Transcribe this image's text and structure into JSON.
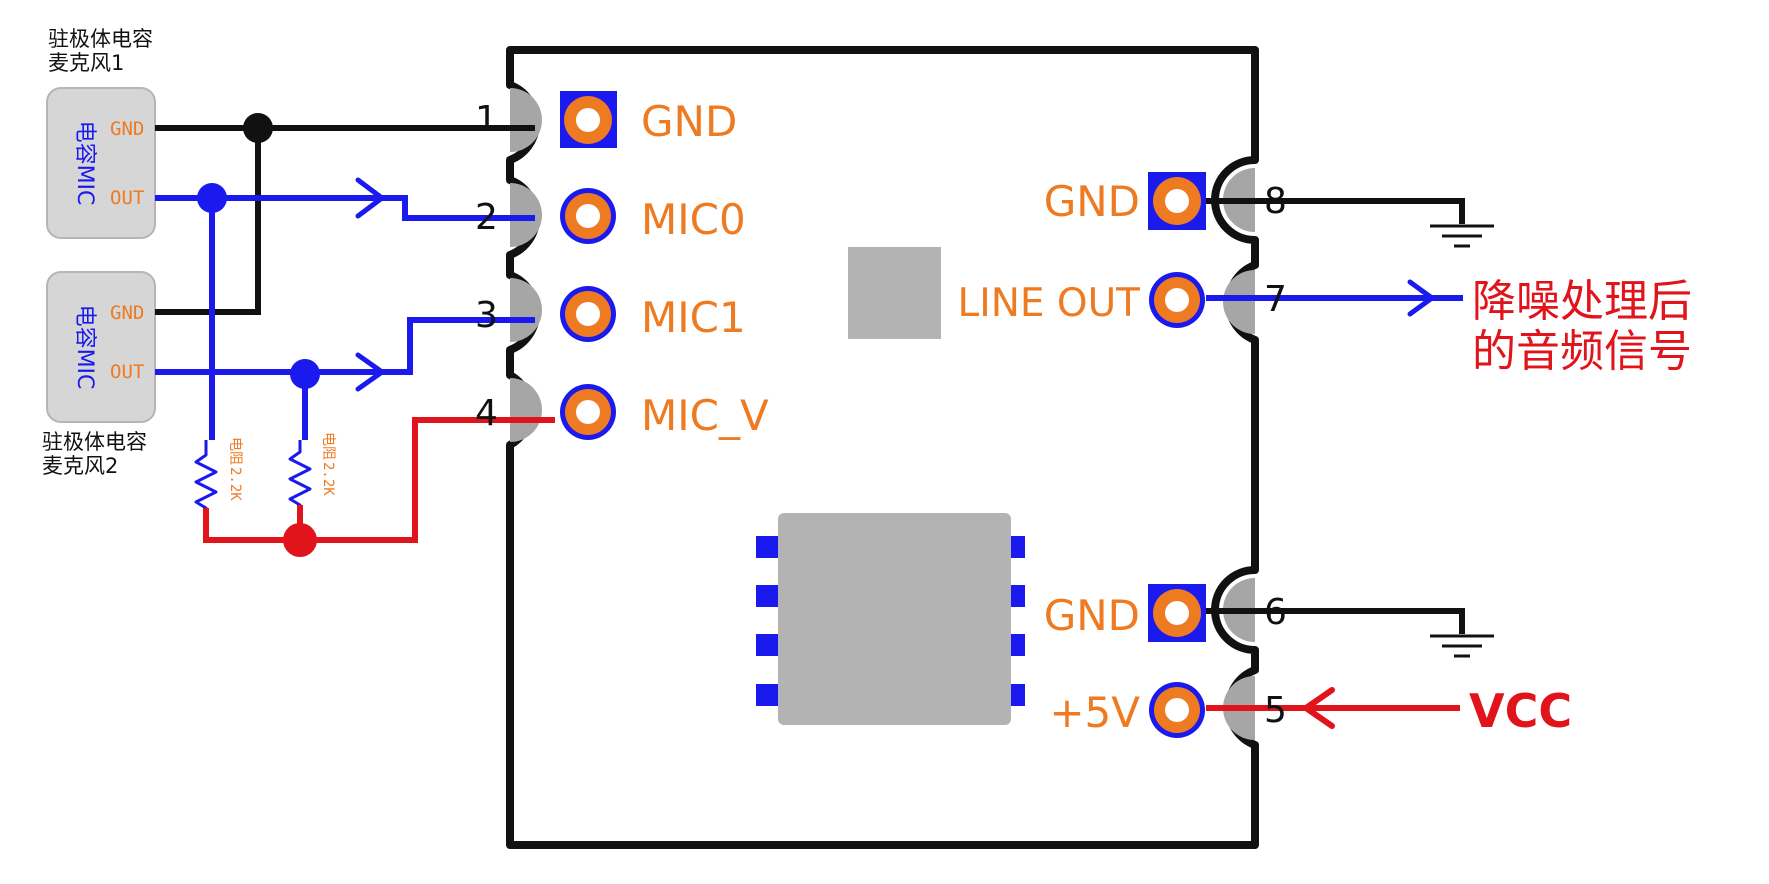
{
  "mic1": {
    "title_line1": "驻极体电容",
    "title_line2": "麦克风1",
    "body_label": "电容MIC",
    "gnd_label": "GND",
    "out_label": "OUT"
  },
  "mic2": {
    "title_line1": "驻极体电容",
    "title_line2": "麦克风2",
    "body_label": "电容MIC",
    "gnd_label": "GND",
    "out_label": "OUT"
  },
  "resistors": [
    {
      "label_top": "电阻",
      "label_value": "2.2K"
    },
    {
      "label_top": "电阻",
      "label_value": "2.2K"
    }
  ],
  "left_pins": [
    {
      "number": "1",
      "label": "GND"
    },
    {
      "number": "2",
      "label": "MIC0"
    },
    {
      "number": "3",
      "label": "MIC1"
    },
    {
      "number": "4",
      "label": "MIC_V"
    }
  ],
  "right_pins": [
    {
      "number": "8",
      "label": "GND"
    },
    {
      "number": "7",
      "label": "LINE OUT"
    },
    {
      "number": "6",
      "label": "GND"
    },
    {
      "number": "5",
      "label": "+5V"
    }
  ],
  "output_signal": {
    "line1": "降噪处理后",
    "line2": "的音频信号"
  },
  "vcc_label": "VCC",
  "colors": {
    "gnd_wire": "#111111",
    "signal_wire": "#1a1aee",
    "power_wire": "#e0141a",
    "pad_orange": "#ee7a22",
    "pad_blue": "#1a1aee",
    "chip_gray": "#b3b3b3"
  }
}
